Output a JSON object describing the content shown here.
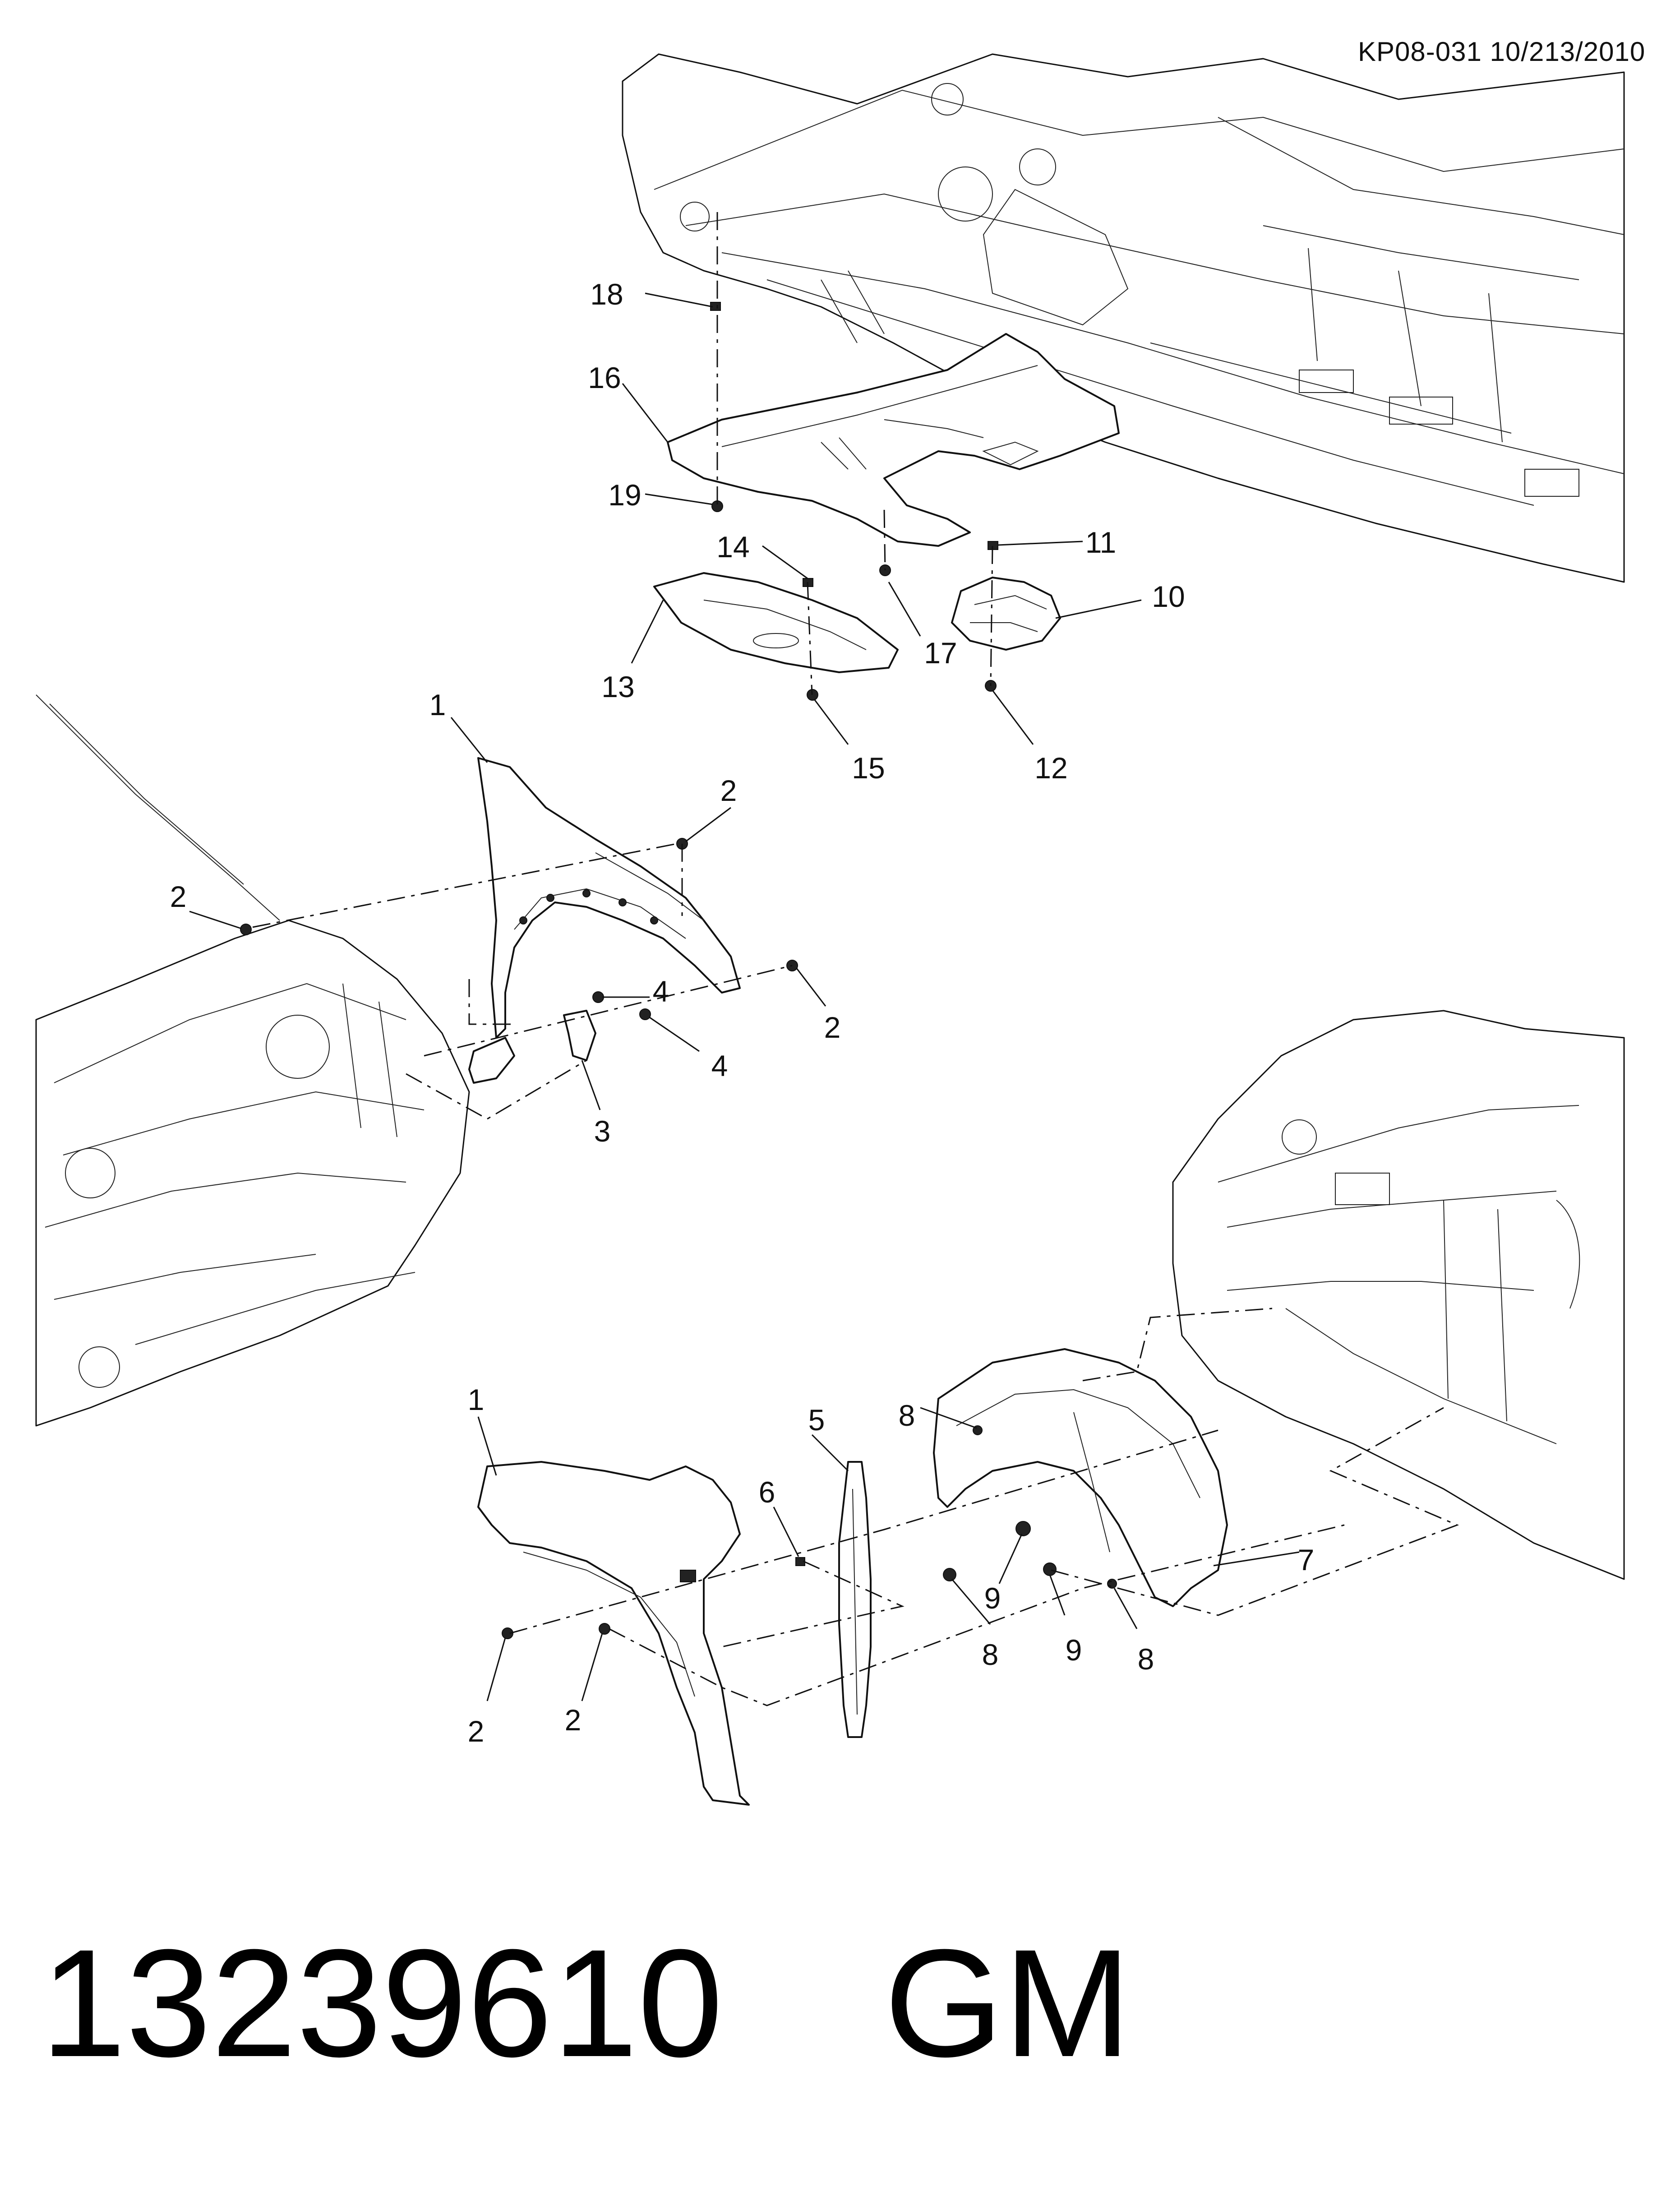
{
  "header": {
    "reference": "KP08-031 10/213/2010"
  },
  "footer": {
    "part_number": "13239610",
    "brand": "GM"
  },
  "callouts": {
    "c18": "18",
    "c16": "16",
    "c19": "19",
    "c14": "14",
    "c11": "11",
    "c10": "10",
    "c13": "13",
    "c17": "17",
    "c15": "15",
    "c12": "12",
    "c1a": "1",
    "c2a": "2",
    "c2b": "2",
    "c2c": "2",
    "c4a": "4",
    "c4b": "4",
    "c3": "3",
    "c1b": "1",
    "c5": "5",
    "c6": "6",
    "c8a": "8",
    "c7": "7",
    "c9a": "9",
    "c8b": "8",
    "c9b": "9",
    "c8c": "8",
    "c2d": "2",
    "c2e": "2"
  }
}
